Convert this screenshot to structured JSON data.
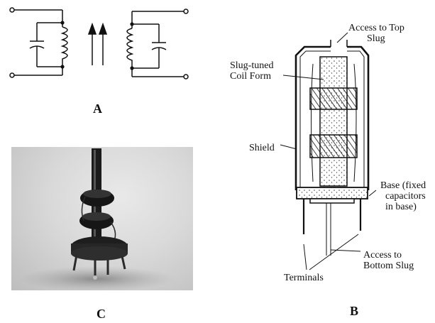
{
  "panel_a": {
    "letter": "A"
  },
  "panel_b": {
    "letter": "B",
    "labels": {
      "access_top_line1": "Access to Top",
      "access_top_line2": "Slug",
      "slug_tuned_line1": "Slug-tuned",
      "slug_tuned_line2": "Coil Form",
      "shield": "Shield",
      "base_line1": "Base (fixed",
      "base_line2": "capacitors",
      "base_line3": "in base)",
      "access_bottom_line1": "Access to",
      "access_bottom_line2": "Bottom Slug",
      "terminals": "Terminals"
    }
  },
  "panel_c": {
    "letter": "C"
  },
  "colors": {
    "ink": "#111111",
    "photo_bg": "#d6d6d6",
    "coil_dark": "#1a1a1a"
  }
}
